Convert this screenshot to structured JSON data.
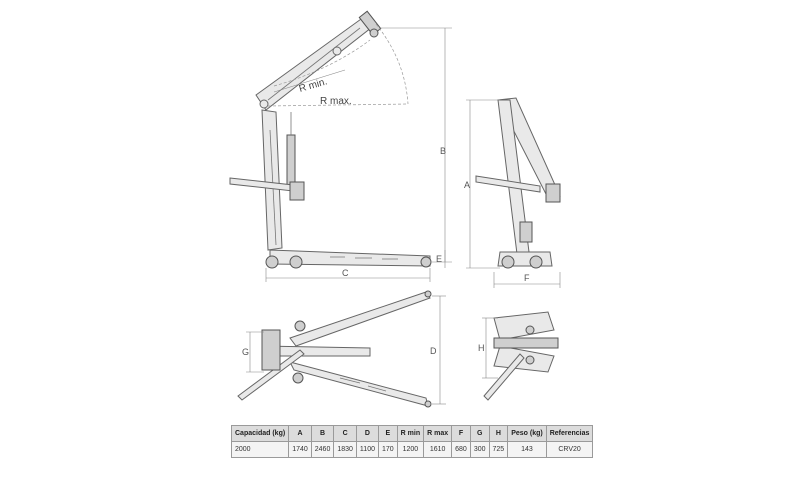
{
  "diagram": {
    "radius_labels": {
      "r_min": "R min.",
      "r_max": "R max."
    },
    "dimension_labels": {
      "a_side": "A",
      "b": "B",
      "c": "C",
      "e": "E",
      "a_front": "A",
      "f": "F",
      "g": "G",
      "d": "D",
      "h": "H"
    }
  },
  "table": {
    "headers": [
      "Capacidad (kg)",
      "A",
      "B",
      "C",
      "D",
      "E",
      "R min",
      "R max",
      "F",
      "G",
      "H",
      "Peso (kg)",
      "Referencias"
    ],
    "rows": [
      [
        "2000",
        "1740",
        "2460",
        "1830",
        "1100",
        "170",
        "1200",
        "1610",
        "680",
        "300",
        "725",
        "143",
        "CRV20"
      ]
    ]
  }
}
